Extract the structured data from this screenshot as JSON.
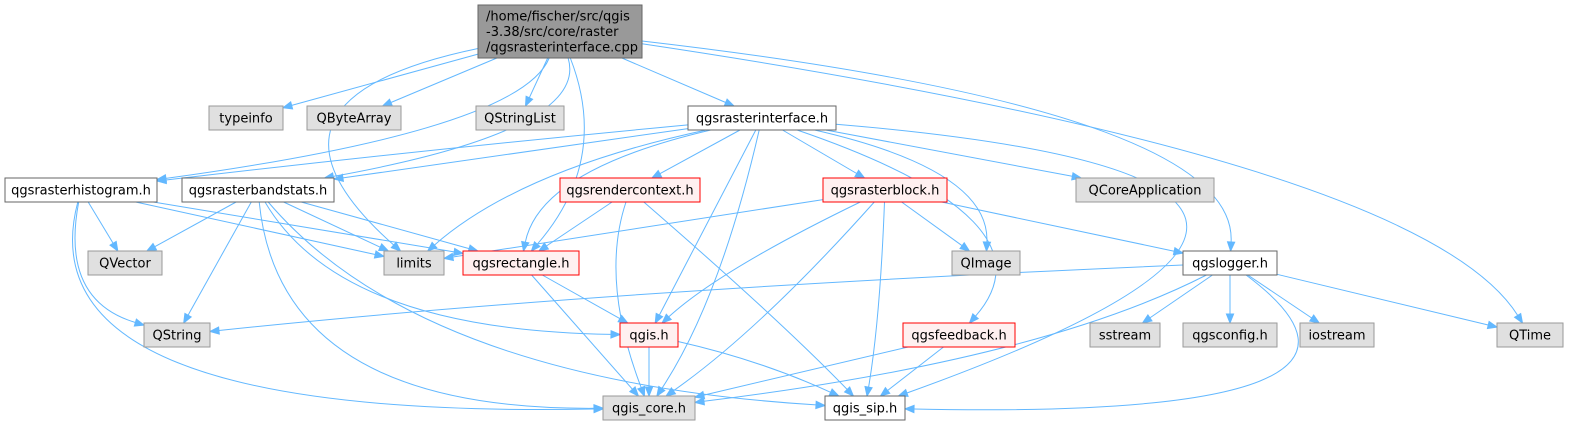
{
  "colors": {
    "edge": "#63b8ff",
    "root_fill": "#999999",
    "root_stroke": "#666666",
    "documented_fill": "#ffffff",
    "documented_stroke": "#666666",
    "external_fill": "#e0e0e0",
    "external_stroke": "#999999",
    "incomplete_fill": "#fff0f0",
    "incomplete_stroke": "#ff0000"
  },
  "nodes": [
    {
      "id": "root",
      "kind": "root",
      "lines": [
        "/home/fischer/src/qgis",
        "-3.38/src/core/raster",
        "/qgsrasterinterface.cpp"
      ]
    },
    {
      "id": "typeinfo",
      "kind": "external",
      "lines": [
        "typeinfo"
      ]
    },
    {
      "id": "qbytearray",
      "kind": "external",
      "lines": [
        "QByteArray"
      ]
    },
    {
      "id": "qstringlist",
      "kind": "external",
      "lines": [
        "QStringList"
      ]
    },
    {
      "id": "qgsrasterinterface_h",
      "kind": "documented",
      "lines": [
        "qgsrasterinterface.h"
      ]
    },
    {
      "id": "qgsrasterhistogram_h",
      "kind": "documented",
      "lines": [
        "qgsrasterhistogram.h"
      ]
    },
    {
      "id": "qgsrasterbandstats_h",
      "kind": "documented",
      "lines": [
        "qgsrasterbandstats.h"
      ]
    },
    {
      "id": "qgsrendercontext_h",
      "kind": "incomplete",
      "lines": [
        "qgsrendercontext.h"
      ]
    },
    {
      "id": "qgsrasterblock_h",
      "kind": "incomplete",
      "lines": [
        "qgsrasterblock.h"
      ]
    },
    {
      "id": "qcoreapplication",
      "kind": "external",
      "lines": [
        "QCoreApplication"
      ]
    },
    {
      "id": "qvector",
      "kind": "external",
      "lines": [
        "QVector"
      ]
    },
    {
      "id": "limits",
      "kind": "external",
      "lines": [
        "limits"
      ]
    },
    {
      "id": "qgsrectangle_h",
      "kind": "incomplete",
      "lines": [
        "qgsrectangle.h"
      ]
    },
    {
      "id": "qimage",
      "kind": "external",
      "lines": [
        "QImage"
      ]
    },
    {
      "id": "qgslogger_h",
      "kind": "documented",
      "lines": [
        "qgslogger.h"
      ]
    },
    {
      "id": "qstring",
      "kind": "external",
      "lines": [
        "QString"
      ]
    },
    {
      "id": "qgis_h",
      "kind": "incomplete",
      "lines": [
        "qgis.h"
      ]
    },
    {
      "id": "qgsfeedback_h",
      "kind": "incomplete",
      "lines": [
        "qgsfeedback.h"
      ]
    },
    {
      "id": "sstream",
      "kind": "external",
      "lines": [
        "sstream"
      ]
    },
    {
      "id": "qgsconfig_h",
      "kind": "external",
      "lines": [
        "qgsconfig.h"
      ]
    },
    {
      "id": "iostream",
      "kind": "external",
      "lines": [
        "iostream"
      ]
    },
    {
      "id": "qtime",
      "kind": "external",
      "lines": [
        "QTime"
      ]
    },
    {
      "id": "qgis_core_h",
      "kind": "external",
      "lines": [
        "qgis_core.h"
      ]
    },
    {
      "id": "qgis_sip_h",
      "kind": "documented",
      "lines": [
        "qgis_sip.h"
      ]
    }
  ],
  "edges": [
    {
      "from": "root",
      "to": "typeinfo"
    },
    {
      "from": "root",
      "to": "qbytearray"
    },
    {
      "from": "root",
      "to": "qstringlist"
    },
    {
      "from": "root",
      "to": "qgsrasterinterface_h"
    },
    {
      "from": "root",
      "to": "qgsrasterhistogram_h"
    },
    {
      "from": "root",
      "to": "qgsrasterbandstats_h"
    },
    {
      "from": "root",
      "to": "limits"
    },
    {
      "from": "root",
      "to": "qgsrectangle_h"
    },
    {
      "from": "root",
      "to": "qgslogger_h"
    },
    {
      "from": "root",
      "to": "qtime"
    },
    {
      "from": "qgsrasterinterface_h",
      "to": "qgsrasterhistogram_h"
    },
    {
      "from": "qgsrasterinterface_h",
      "to": "qgsrasterbandstats_h"
    },
    {
      "from": "qgsrasterinterface_h",
      "to": "qgsrendercontext_h"
    },
    {
      "from": "qgsrasterinterface_h",
      "to": "qgsrasterblock_h"
    },
    {
      "from": "qgsrasterinterface_h",
      "to": "qcoreapplication"
    },
    {
      "from": "qgsrasterinterface_h",
      "to": "limits"
    },
    {
      "from": "qgsrasterinterface_h",
      "to": "qgsrectangle_h"
    },
    {
      "from": "qgsrasterinterface_h",
      "to": "qimage"
    },
    {
      "from": "qgsrasterinterface_h",
      "to": "qgis_h"
    },
    {
      "from": "qgsrasterinterface_h",
      "to": "qgsfeedback_h"
    },
    {
      "from": "qgsrasterinterface_h",
      "to": "qgis_core_h"
    },
    {
      "from": "qgsrasterinterface_h",
      "to": "qgis_sip_h"
    },
    {
      "from": "qgsrasterhistogram_h",
      "to": "qvector"
    },
    {
      "from": "qgsrasterhistogram_h",
      "to": "qstring"
    },
    {
      "from": "qgsrasterhistogram_h",
      "to": "limits"
    },
    {
      "from": "qgsrasterhistogram_h",
      "to": "qgsrectangle_h"
    },
    {
      "from": "qgsrasterhistogram_h",
      "to": "qgis_core_h"
    },
    {
      "from": "qgsrasterbandstats_h",
      "to": "qvector"
    },
    {
      "from": "qgsrasterbandstats_h",
      "to": "limits"
    },
    {
      "from": "qgsrasterbandstats_h",
      "to": "qgsrectangle_h"
    },
    {
      "from": "qgsrasterbandstats_h",
      "to": "qstring"
    },
    {
      "from": "qgsrasterbandstats_h",
      "to": "qgis_h"
    },
    {
      "from": "qgsrasterbandstats_h",
      "to": "qgis_core_h"
    },
    {
      "from": "qgsrasterbandstats_h",
      "to": "qgis_sip_h"
    },
    {
      "from": "qgsrendercontext_h",
      "to": "qgsrectangle_h"
    },
    {
      "from": "qgsrendercontext_h",
      "to": "qgis_core_h"
    },
    {
      "from": "qgsrendercontext_h",
      "to": "qgis_sip_h"
    },
    {
      "from": "qgsrasterblock_h",
      "to": "limits"
    },
    {
      "from": "qgsrasterblock_h",
      "to": "qimage"
    },
    {
      "from": "qgsrasterblock_h",
      "to": "qgslogger_h"
    },
    {
      "from": "qgsrasterblock_h",
      "to": "qgis_h"
    },
    {
      "from": "qgsrasterblock_h",
      "to": "qgis_core_h"
    },
    {
      "from": "qgsrasterblock_h",
      "to": "qgis_sip_h"
    },
    {
      "from": "qgsrectangle_h",
      "to": "qgis_h"
    },
    {
      "from": "qgsrectangle_h",
      "to": "qgis_core_h"
    },
    {
      "from": "qgslogger_h",
      "to": "qstring"
    },
    {
      "from": "qgslogger_h",
      "to": "sstream"
    },
    {
      "from": "qgslogger_h",
      "to": "qgsconfig_h"
    },
    {
      "from": "qgslogger_h",
      "to": "iostream"
    },
    {
      "from": "qgslogger_h",
      "to": "qtime"
    },
    {
      "from": "qgslogger_h",
      "to": "qgis_core_h"
    },
    {
      "from": "qgslogger_h",
      "to": "qgis_sip_h"
    },
    {
      "from": "qgis_h",
      "to": "qgis_core_h"
    },
    {
      "from": "qgis_h",
      "to": "qgis_sip_h"
    },
    {
      "from": "qgsfeedback_h",
      "to": "qgis_core_h"
    },
    {
      "from": "qgsfeedback_h",
      "to": "qgis_sip_h"
    }
  ]
}
